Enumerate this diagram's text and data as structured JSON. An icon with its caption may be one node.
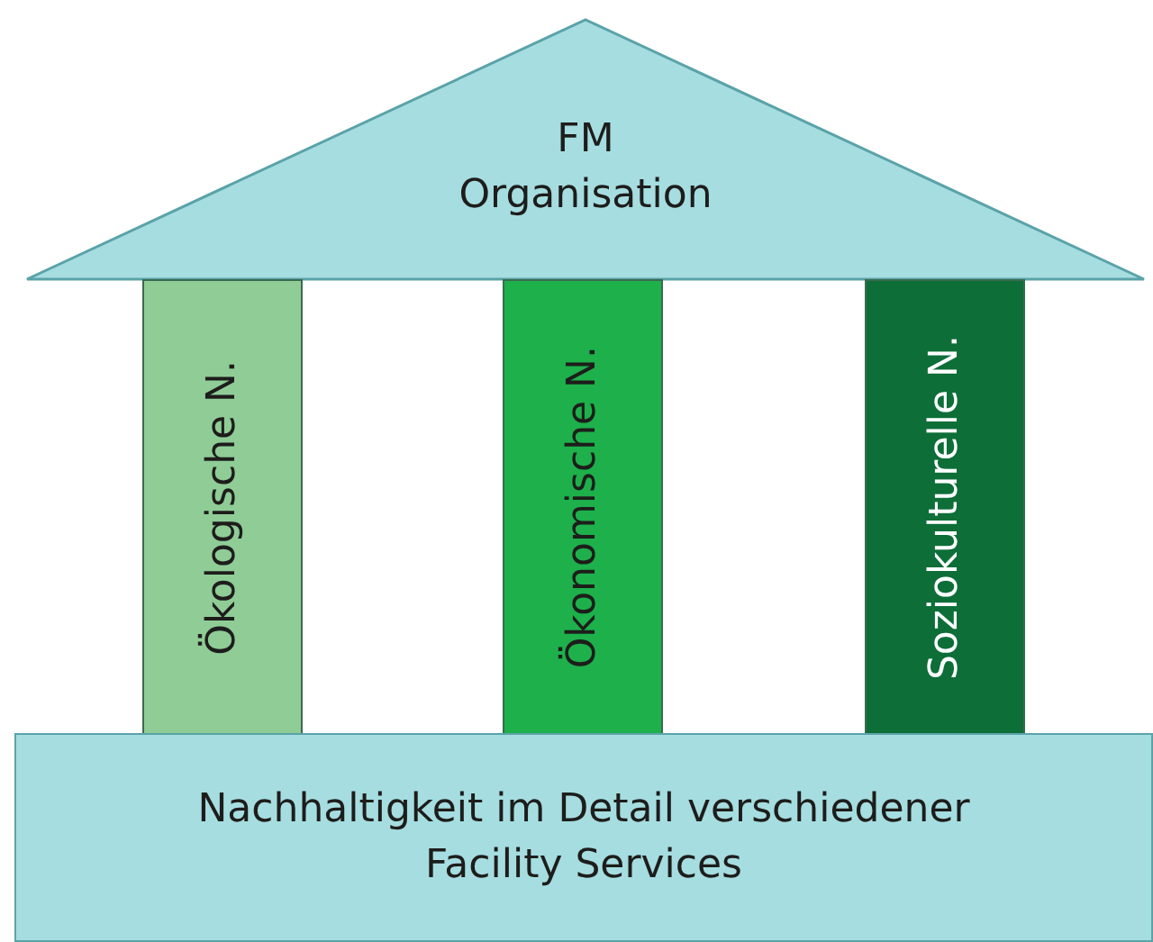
{
  "diagram": {
    "nodes": [
      {
        "text": [
          "FM Organisation"
        ]
      },
      {
        "text": [
          "Ökologische N."
        ]
      },
      {
        "text": [
          "Ökonomische N."
        ]
      },
      {
        "text": [
          "Soziokulturelle N."
        ]
      },
      {
        "text": [
          "Nachhaltigkeit im Detail verschiedener Facility Services"
        ]
      }
    ]
  }
}
